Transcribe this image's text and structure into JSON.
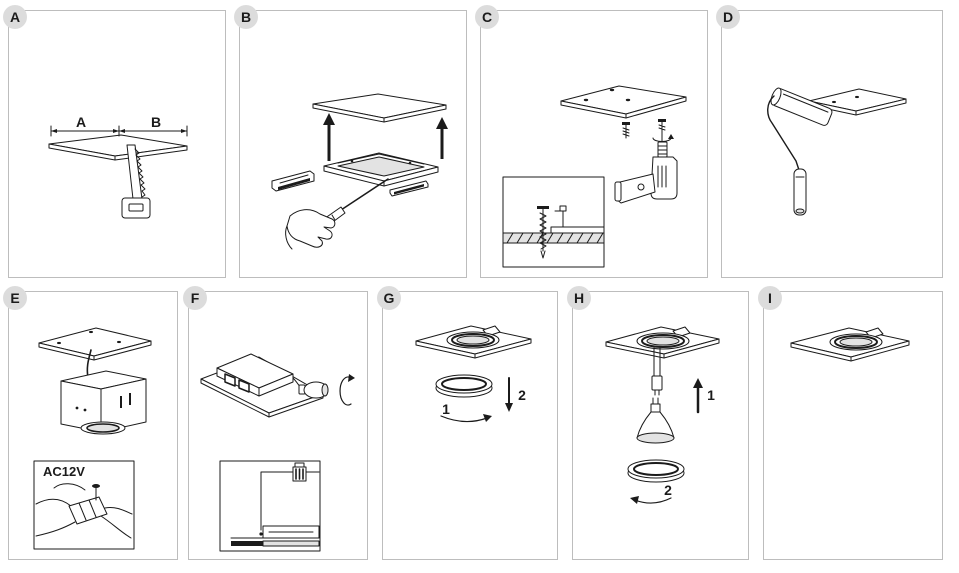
{
  "panels": [
    {
      "label": "A"
    },
    {
      "label": "B"
    },
    {
      "label": "C"
    },
    {
      "label": "D"
    },
    {
      "label": "E"
    },
    {
      "label": "F"
    },
    {
      "label": "G"
    },
    {
      "label": "H"
    },
    {
      "label": "I"
    }
  ],
  "panel_a": {
    "dimension_a": "A",
    "dimension_b": "B"
  },
  "panel_e": {
    "inset_label": "AC12V"
  },
  "panel_g": {
    "rotate_step": "1",
    "lower_step": "2"
  },
  "panel_h": {
    "lift_step": "1",
    "rotate_step": "2"
  },
  "colors": {
    "badge_fill": "#dcdcdc",
    "panel_border": "#bdbdbd",
    "ink": "#1b1b1b"
  }
}
